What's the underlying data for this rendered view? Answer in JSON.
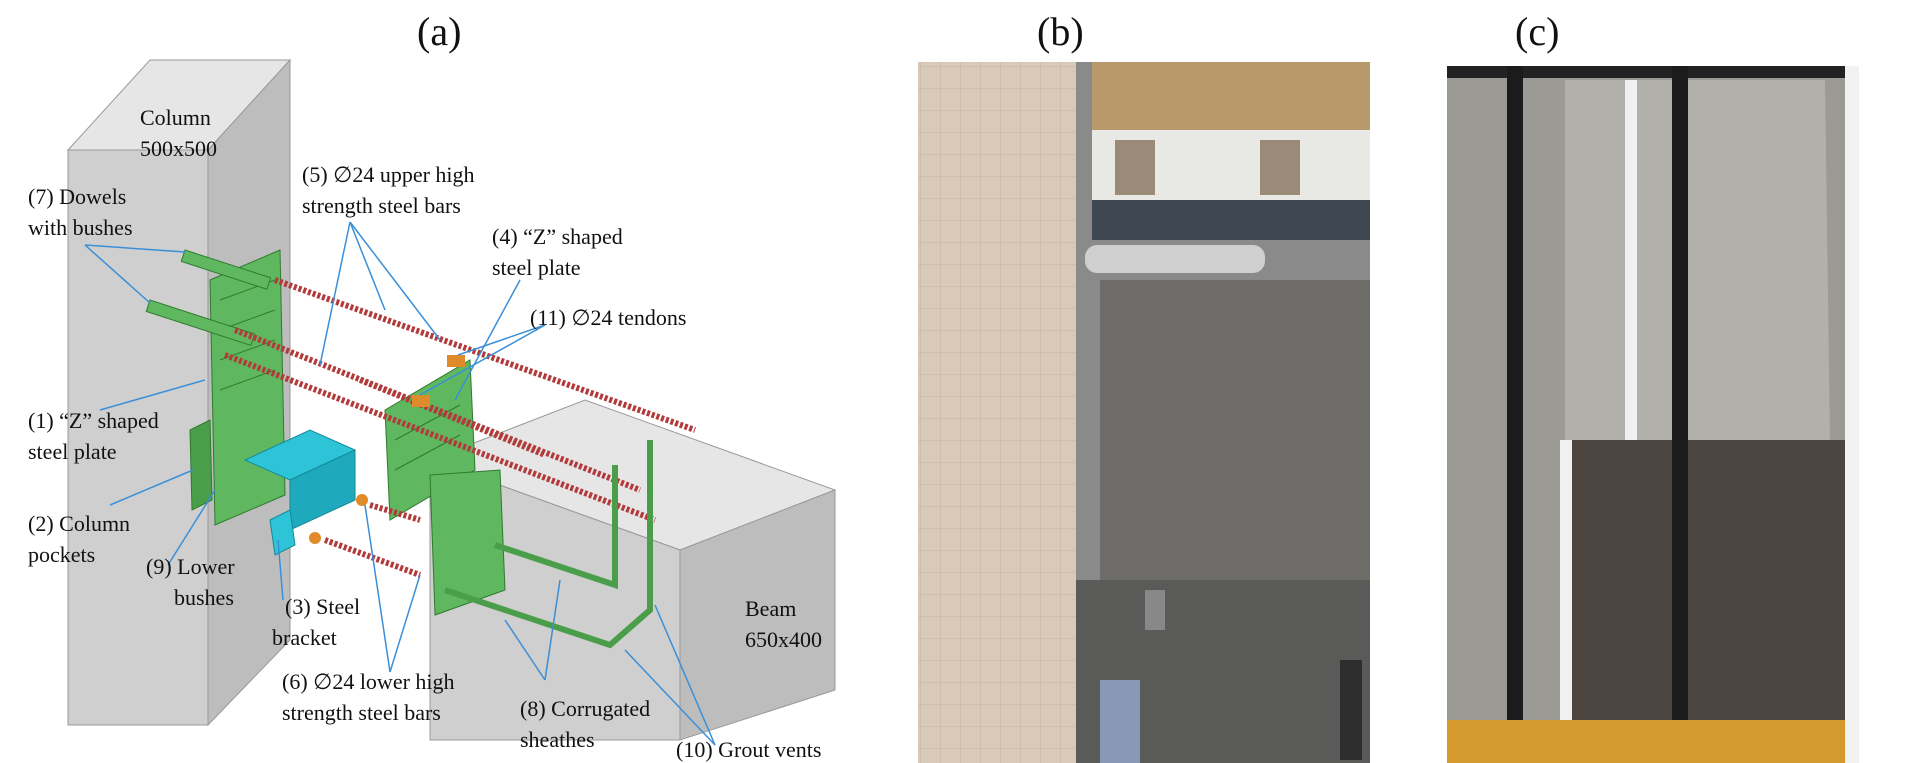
{
  "panels": {
    "a": "(a)",
    "b": "(b)",
    "c": "(c)"
  },
  "diagram": {
    "column_label": [
      "Column",
      "500x500"
    ],
    "beam_label": [
      "Beam",
      "650x400"
    ],
    "callouts": {
      "dowels": [
        "(7) Dowels",
        "with bushes"
      ],
      "upper_bars": [
        "(5) ∅24 upper high",
        "strength steel bars"
      ],
      "z_plate_beam": [
        "(4) “Z” shaped",
        "steel plate"
      ],
      "tendons": [
        "(11) ∅24 tendons"
      ],
      "z_plate_column": [
        "(1) “Z” shaped",
        "steel plate"
      ],
      "column_pockets": [
        "(2) Column",
        "pockets"
      ],
      "lower_bushes": [
        "(9) Lower",
        "bushes"
      ],
      "steel_bracket": [
        "(3) Steel",
        "bracket"
      ],
      "lower_bars": [
        "(6) ∅24 lower high",
        "strength steel bars"
      ],
      "sheathes": [
        "(8) Corrugated",
        "sheathes"
      ],
      "grout_vents": [
        "(10) Grout vents"
      ]
    }
  },
  "colors": {
    "concrete": "#d4d4d4",
    "plate_green": "#5fb85f",
    "bracket_cyan": "#2ec4d8",
    "bar_red": "#b23a3a",
    "leader_blue": "#3a8fd8",
    "bush_orange": "#e08a2a"
  }
}
